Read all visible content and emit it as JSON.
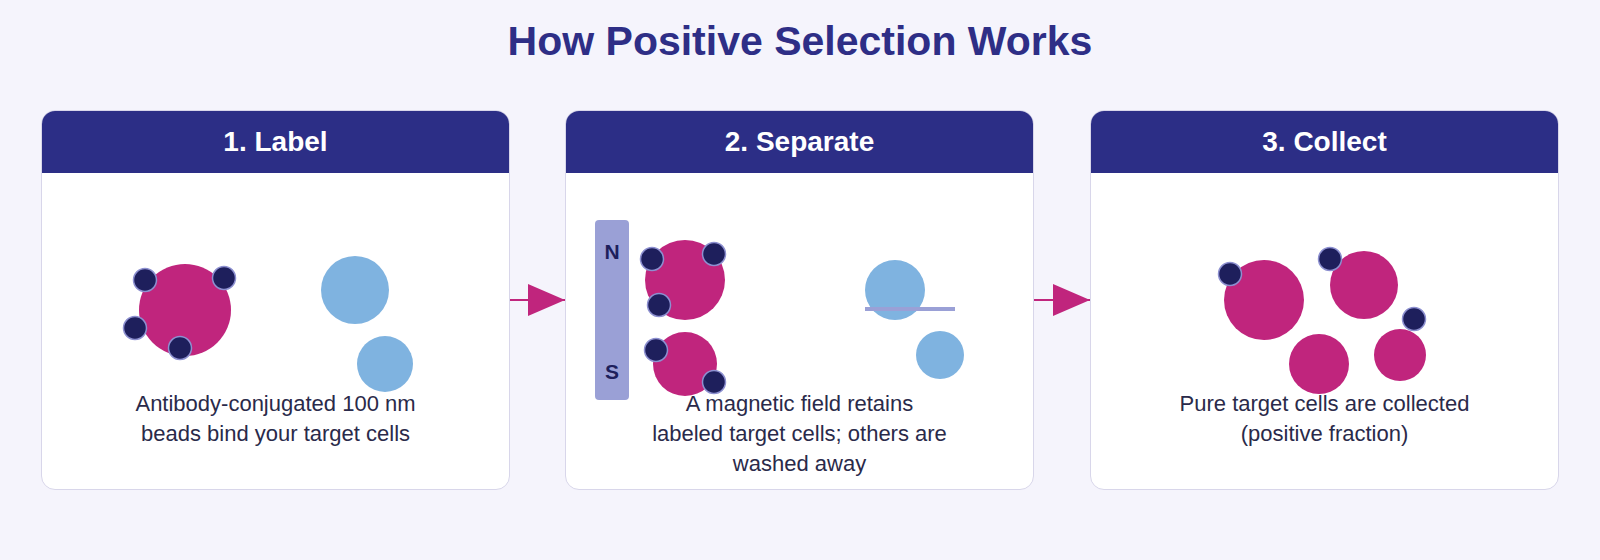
{
  "diagram": {
    "title": "How Positive Selection Works",
    "nodes": [
      {
        "text": [
          "1. Label",
          "Antibody-conjugated 100 nm beads bind your target cells"
        ]
      },
      {
        "text": [
          "2. Separate",
          "A magnetic field retains labeled target cells; others are washed away"
        ]
      },
      {
        "text": [
          "3. Collect",
          "Pure target cells are collected (positive fraction)"
        ]
      }
    ],
    "edges": [
      {
        "from": 0,
        "to": 1,
        "arrow": "to"
      },
      {
        "from": 1,
        "to": 2,
        "arrow": "to"
      }
    ],
    "labels": [
      "N",
      "S"
    ]
  }
}
